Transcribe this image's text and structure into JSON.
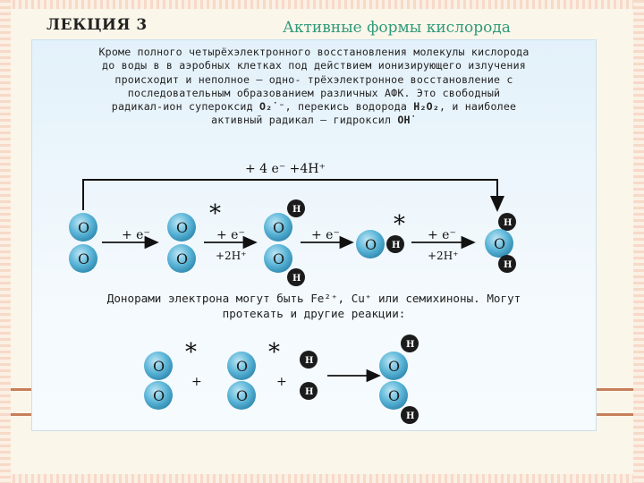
{
  "header": {
    "lecture": "ЛЕКЦИЯ 3",
    "title": "Активные формы кислорода"
  },
  "paragraph1": {
    "l1": "Кроме полного четырёхэлектронного восстановления молекулы кислорода",
    "l2": "до воды в в аэробных клетках под действием ионизирующего излучения",
    "l3": "происходит и неполное – одно- трёхэлектронное восстановление с",
    "l4": "последовательным образованием различных АФК. Это свободный",
    "l5a": "радикал-ион супероксид ",
    "o2_formula": "O₂˙⁻",
    "l5b": ", перекись водорода ",
    "h2o2_formula": "H₂O₂",
    "l5c": ", и наиболее",
    "l6a": "активный радикал – гидроксил ",
    "oh_formula": "OH˙"
  },
  "paragraph2": {
    "l1": "Донорами электрона могут быть Fe²⁺, Cu⁺ или семихиноны. Могут",
    "l2": "протекать и другие реакции:"
  },
  "diagram": {
    "arc_label": "+ 4 е⁻   +4Н⁺",
    "e_label": "+ е⁻",
    "proton_label": "+2Н⁺",
    "plus": "+",
    "star": "*",
    "o": "O",
    "h": "H",
    "colors": {
      "atom": "#4aa8cc",
      "h_atom": "#1b1b1b",
      "arrow": "#111111"
    }
  }
}
